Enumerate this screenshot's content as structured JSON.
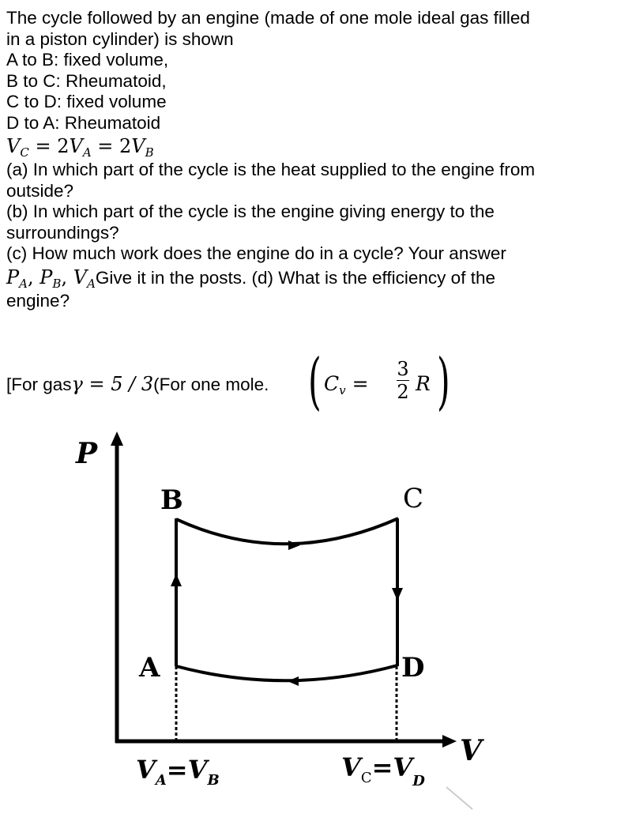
{
  "question": {
    "intro_line1": "The cycle followed by an engine (made of one mole ideal gas filled",
    "intro_line2": "in a piston cylinder) is shown",
    "steps": [
      "A to B: fixed volume,",
      "B to C: Rheumatoid,",
      "C to D: fixed volume",
      "D to A: Rheumatoid"
    ],
    "relation": {
      "V": "V",
      "C": "C",
      "eq1": " = 2",
      "A": "A",
      "eq2": " = 2",
      "B": "B"
    },
    "part_a_line1": "(a) In which part of the cycle is the heat supplied to the engine from",
    "part_a_line2": "outside?",
    "part_b_line1": "(b) In which part of the cycle is the engine giving energy to the",
    "part_b_line2": "surroundings?",
    "part_c_line1": "(c) How much work does the engine do in a cycle? Your answer",
    "part_c_math": {
      "P": "P",
      "A": "A",
      "sep1": ", ",
      "B": "B",
      "sep2": ", ",
      "V": "V"
    },
    "part_cd_text": "Give it in the posts. (d) What is the efficiency of the",
    "part_d_line2": "engine?",
    "given": {
      "prefix": "[For gas",
      "gamma_expr": "γ = 5 / 3",
      "mid": "(For one mole.",
      "cv_lhs": "C",
      "cv_sub": "v",
      "eq": " = ",
      "num": "3",
      "den": "2",
      "R": "R"
    }
  },
  "diagram": {
    "axis_p_label": "P",
    "axis_v_label": "V",
    "point_labels": {
      "A": "A",
      "B": "B",
      "C": "C",
      "D": "D"
    },
    "vab_label": {
      "V": "V",
      "sub1": "A",
      "eq": "=",
      "V2": "V",
      "sub2": "B"
    },
    "vcd_label": {
      "V": "V",
      "sub1": "C",
      "eq": "=",
      "V2": "V",
      "sub2": "D"
    },
    "processes": [
      {
        "from": "A",
        "to": "B",
        "type": "fixed volume",
        "direction": "up"
      },
      {
        "from": "B",
        "to": "C",
        "type": "curved",
        "direction": "right"
      },
      {
        "from": "C",
        "to": "D",
        "type": "fixed volume",
        "direction": "down"
      },
      {
        "from": "D",
        "to": "A",
        "type": "curved",
        "direction": "left"
      }
    ]
  }
}
